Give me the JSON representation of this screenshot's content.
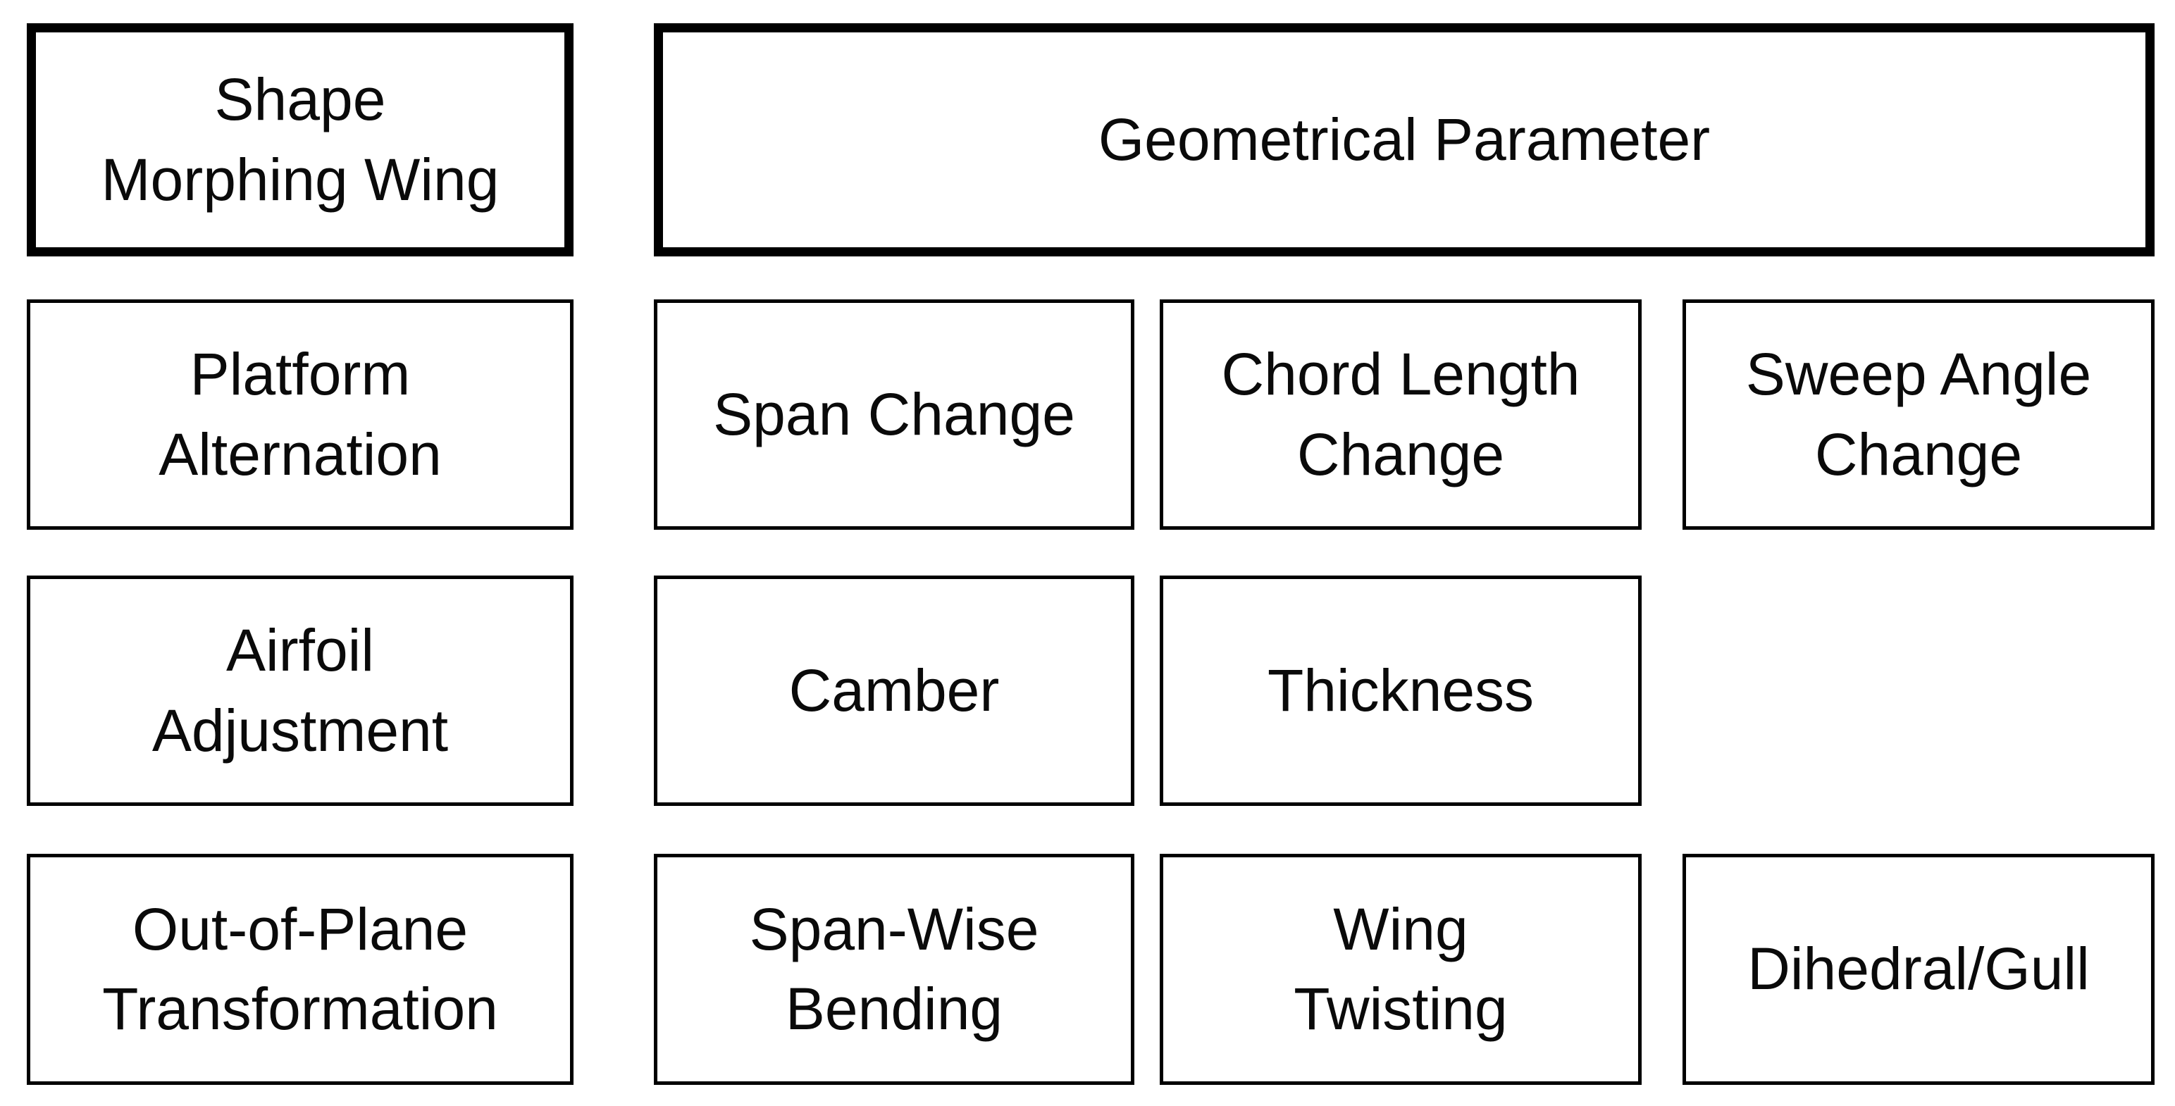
{
  "diagram": {
    "colors": {
      "background": "#ffffff",
      "border": "#000000",
      "text": "#0a0a0a"
    },
    "header": {
      "shape_morphing_wing": "Shape\nMorphing Wing",
      "geometrical_parameter": "Geometrical Parameter"
    },
    "boxes": {
      "platform_alternation": "Platform\nAlternation",
      "span_change": "Span Change",
      "chord_length_change": "Chord Length\nChange",
      "sweep_angle_change": "Sweep Angle\nChange",
      "airfoil_adjustment": "Airfoil\nAdjustment",
      "camber": "Camber",
      "thickness": "Thickness",
      "out_of_plane_transformation": "Out-of-Plane\nTransformation",
      "span_wise_bending": "Span-Wise\nBending",
      "wing_twisting": "Wing\nTwisting",
      "dihedral_gull": "Dihedral/Gull"
    }
  }
}
